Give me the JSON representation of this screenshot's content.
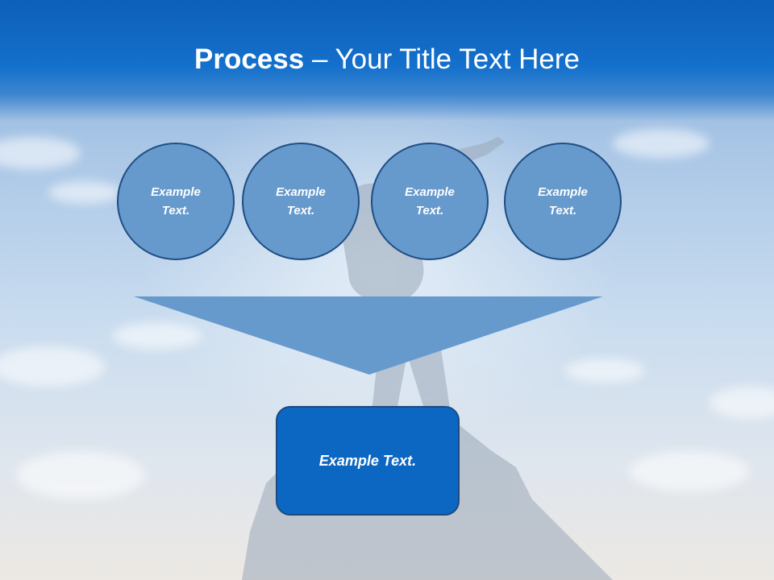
{
  "slide": {
    "title_bold": "Process",
    "title_rest": " – Your Title Text Here",
    "steps": [
      {
        "line1": "Example",
        "line2": "Text."
      },
      {
        "line1": "Example",
        "line2": "Text."
      },
      {
        "line1": "Example",
        "line2": "Text."
      },
      {
        "line1": "Example",
        "line2": "Text."
      }
    ],
    "result": "Example Text."
  },
  "colors": {
    "header": "#1370cc",
    "circle_fill": "#6699cc",
    "circle_border": "#1f4e85",
    "result_fill": "#0c67c2"
  }
}
